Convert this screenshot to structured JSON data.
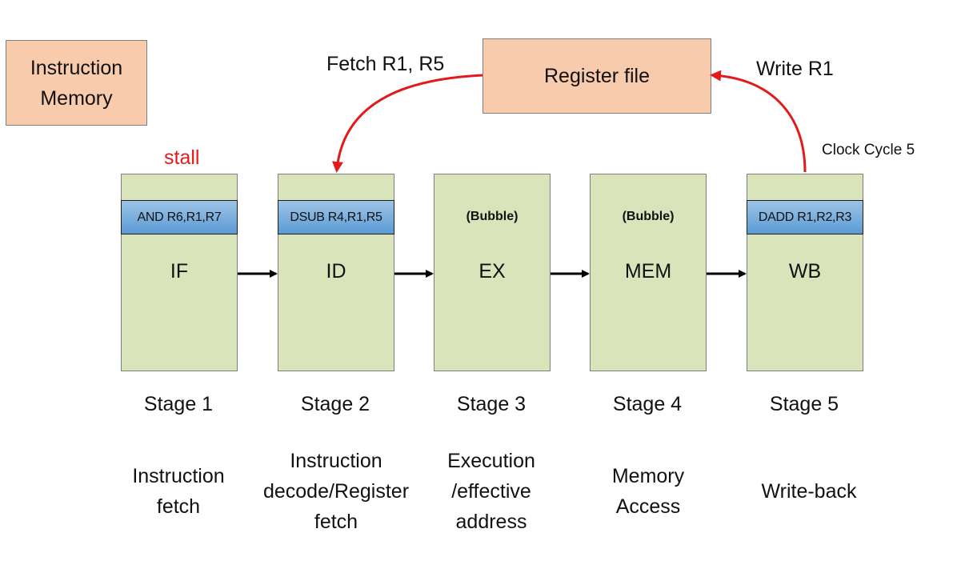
{
  "instruction_memory": "Instruction\nMemory",
  "register_file": "Register file",
  "fetch_label": "Fetch R1, R5",
  "write_label": "Write R1",
  "clock_cycle": "Clock Cycle 5",
  "stall": "stall",
  "stages": [
    {
      "name": "IF",
      "instruction": "AND R6,R1,R7",
      "number": "Stage 1",
      "description": "Instruction\nfetch"
    },
    {
      "name": "ID",
      "instruction": "DSUB R4,R1,R5",
      "number": "Stage 2",
      "description": "Instruction\ndecode/Register\nfetch"
    },
    {
      "name": "EX",
      "instruction": "(Bubble)",
      "number": "Stage 3",
      "description": "Execution\n/effective\naddress"
    },
    {
      "name": "MEM",
      "instruction": "(Bubble)",
      "number": "Stage 4",
      "description": "Memory\nAccess"
    },
    {
      "name": "WB",
      "instruction": "DADD R1,R2,R3",
      "number": "Stage 5",
      "description": "Write-back"
    }
  ],
  "colors": {
    "peach": "#f8cbad",
    "stage_green": "#d9e4bb",
    "instruction_blue": "#5b9bd5",
    "stall_red": "#e31a1c",
    "arrow_black": "#000000"
  }
}
